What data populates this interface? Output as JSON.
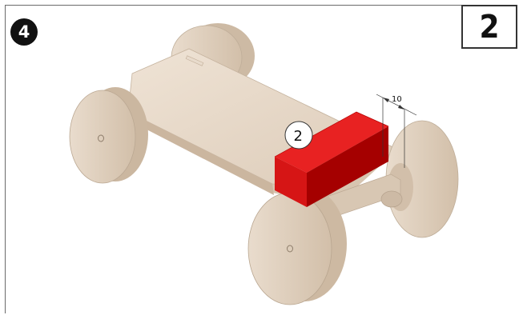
{
  "step_number": "4",
  "page_number": "2",
  "part_callout": "2",
  "dimension_label": "10",
  "colors": {
    "block": "#e01010",
    "block_top": "#e82020",
    "block_side": "#a80000",
    "wood": "#e6d7c6",
    "wood_dark": "#cbb8a3",
    "wood_edge": "#d9c6b0"
  },
  "icons": {
    "step_badge": "filled-circle-number"
  }
}
